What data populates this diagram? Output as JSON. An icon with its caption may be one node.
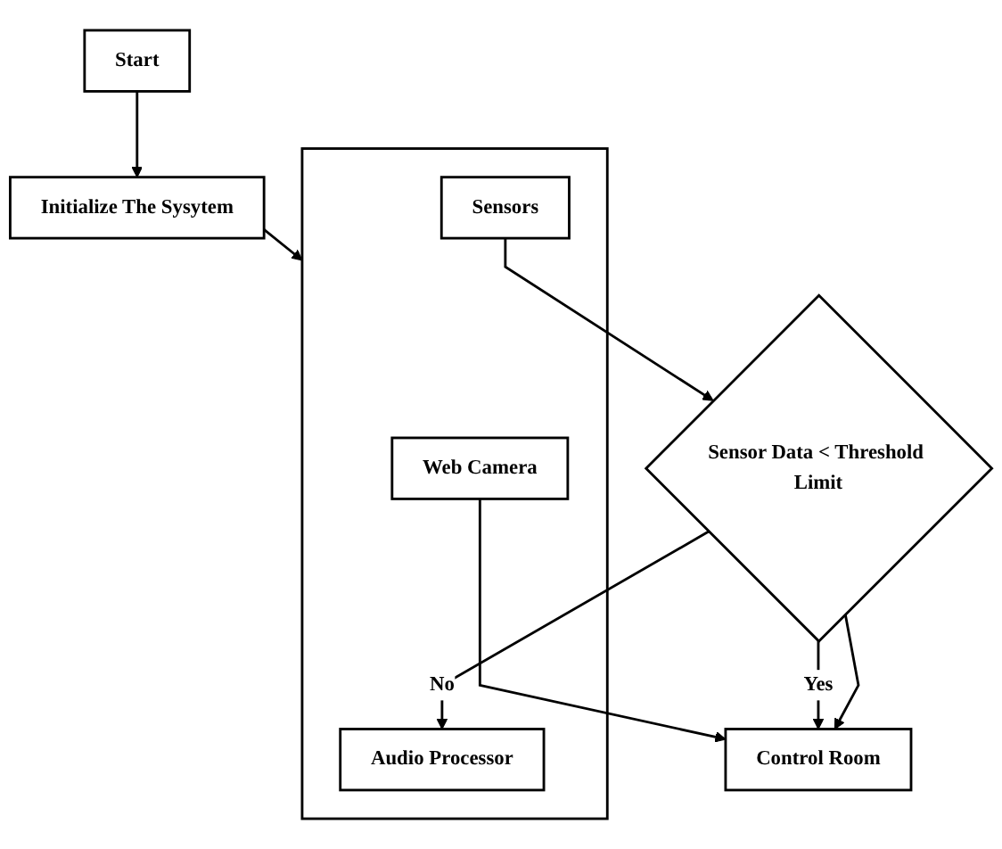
{
  "diagram": {
    "nodes": [
      {
        "text": [
          "Start"
        ]
      },
      {
        "text": [
          "Initialize The Sysytem"
        ]
      },
      {
        "text": [],
        "shape": "box"
      },
      {
        "text": [
          "Web Camera"
        ],
        "in": 2
      },
      {
        "text": [
          "Sensors"
        ],
        "in": 2
      },
      {
        "text": [
          "Audio Processor"
        ],
        "in": 2
      },
      {
        "text": [
          "Sensor Data < Threshold Limit"
        ]
      },
      {
        "text": [
          "Control Room"
        ]
      }
    ],
    "edges": [
      {
        "from": 0,
        "to": 1,
        "arrow": "to"
      },
      {
        "from": 1,
        "to": 2,
        "arrow": "to"
      },
      {
        "from": 3,
        "to": 7,
        "arrow": "to"
      },
      {
        "from": 4,
        "to": 6,
        "arrow": "to"
      },
      {
        "from": 6,
        "to": 7,
        "arrow": "to",
        "label": "Yes"
      },
      {
        "from": 6,
        "to": 5,
        "arrow": "to",
        "label": "No"
      },
      {
        "from": 6,
        "to": 7,
        "arrow": "to"
      }
    ]
  }
}
